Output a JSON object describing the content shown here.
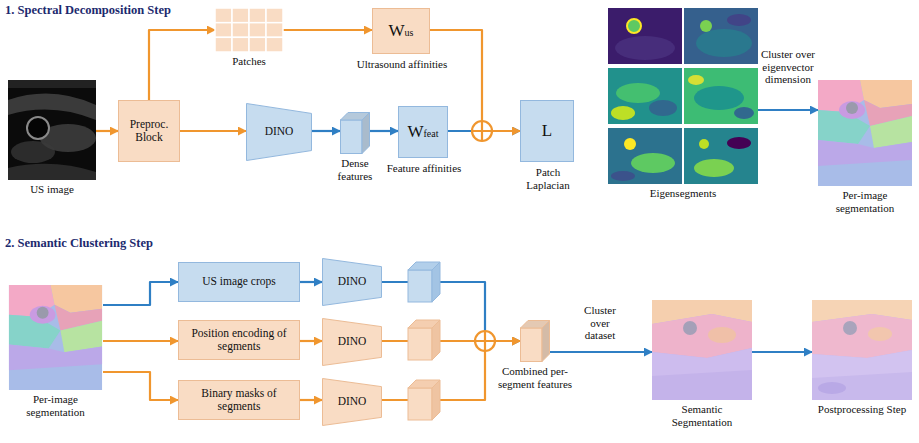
{
  "diagram": {
    "nodes": [
      {
        "text": [
          "US image"
        ]
      },
      {
        "text": [
          "Preproc. Block"
        ]
      },
      {
        "text": [
          "Patches"
        ]
      },
      {
        "text": [
          "Wus",
          "Ultrasound affinities"
        ]
      },
      {
        "text": [
          "DINO"
        ]
      },
      {
        "text": [
          "Dense features"
        ]
      },
      {
        "text": [
          "Wfeat",
          "Feature affinities"
        ]
      },
      {
        "text": [
          "L",
          "Patch Laplacian"
        ]
      },
      {
        "text": [
          "Eigensegments"
        ]
      },
      {
        "text": [
          "Per-image segmentation"
        ]
      },
      {
        "text": [
          "Per-image segmentation"
        ]
      },
      {
        "text": [
          "US image crops"
        ]
      },
      {
        "text": [
          "Position encoding of segments"
        ]
      },
      {
        "text": [
          "Binary masks of segments"
        ]
      },
      {
        "text": [
          "DINO"
        ]
      },
      {
        "text": [
          "DINO"
        ]
      },
      {
        "text": [
          "DINO"
        ]
      },
      {
        "text": [
          "Combined per-segment features"
        ]
      },
      {
        "text": [
          "Semantic Segmentation"
        ]
      },
      {
        "text": [
          "Postprocessing Step"
        ]
      }
    ],
    "edges": [
      {
        "from": 0,
        "to": 1,
        "arrow": "to"
      },
      {
        "from": 1,
        "to": 2,
        "arrow": "to"
      },
      {
        "from": 2,
        "to": 3,
        "arrow": "to"
      },
      {
        "from": 3,
        "to": 7,
        "arrow": "to"
      },
      {
        "from": 1,
        "to": 4,
        "arrow": "to"
      },
      {
        "from": 4,
        "to": 5,
        "arrow": "to"
      },
      {
        "from": 5,
        "to": 6,
        "arrow": "to"
      },
      {
        "from": 6,
        "to": 7,
        "arrow": "to"
      },
      {
        "from": 8,
        "to": 9,
        "label": "Cluster over eigenvector dimension",
        "arrow": "to"
      },
      {
        "from": 10,
        "to": 11,
        "arrow": "to"
      },
      {
        "from": 10,
        "to": 12,
        "arrow": "to"
      },
      {
        "from": 10,
        "to": 13,
        "arrow": "to"
      },
      {
        "from": 11,
        "to": 14,
        "arrow": "to"
      },
      {
        "from": 12,
        "to": 15,
        "arrow": "to"
      },
      {
        "from": 13,
        "to": 16,
        "arrow": "to"
      },
      {
        "from": 14,
        "to": 17,
        "arrow": "to"
      },
      {
        "from": 15,
        "to": 17,
        "arrow": "to"
      },
      {
        "from": 16,
        "to": 17,
        "arrow": "to"
      },
      {
        "from": 17,
        "to": 18,
        "label": "Cluster over dataset",
        "arrow": "to"
      },
      {
        "from": 18,
        "to": 19,
        "arrow": "to"
      }
    ],
    "labels": [
      "1. Spectral Decomposition Step",
      "2. Semantic Clustering Step"
    ]
  }
}
